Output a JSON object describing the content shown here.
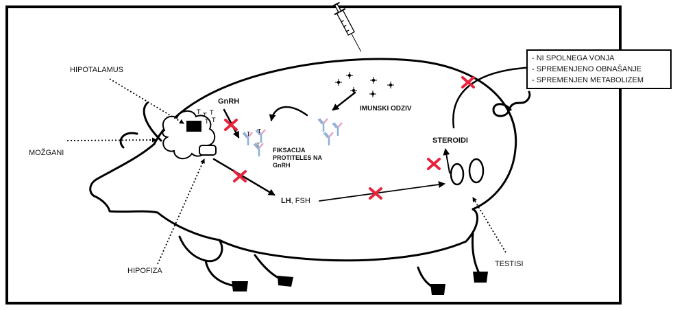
{
  "labels": {
    "hipotalamus": "HIPOTALAMUS",
    "mozgani": "MOŽGANI",
    "hipofiza": "HIPOFIZA",
    "testisi": "TESTISI",
    "gnrh": "GnRH",
    "imunski_odziv": "IMUNSKI ODZIV",
    "fiksacija_line1": "FIKSACIJA",
    "fiksacija_line2": "PROTITELES NA",
    "fiksacija_line3": "GnRH",
    "lh_fsh_bold": "LH",
    "lh_fsh_rest": ", FSH",
    "steroidi": "STEROIDI"
  },
  "effects_box": [
    "- NI SPOLNEGA VONJA",
    "- SPREMENJENO  OBNAŠANJE",
    "-  SPREMENJEN  METABOLIZEM"
  ],
  "colors": {
    "block_mark": "#e8243c",
    "antibody_blue": "#8ab0d8",
    "antibody_pink": "#e6a6c8",
    "outline": "#000000"
  },
  "icons": [
    "syringe-icon",
    "antibody-icon",
    "block-x-icon",
    "antigen-icon"
  ]
}
